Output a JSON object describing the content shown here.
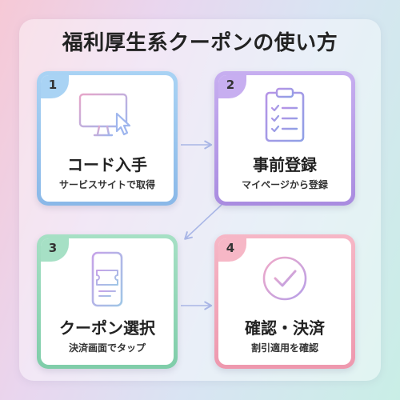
{
  "title": "福利厚生系クーポンの使い方",
  "steps": [
    {
      "number": "1",
      "title": "コード入手",
      "subtitle": "サービスサイトで取得",
      "icon": "monitor-cursor-icon"
    },
    {
      "number": "2",
      "title": "事前登録",
      "subtitle": "マイページから登録",
      "icon": "clipboard-checklist-icon"
    },
    {
      "number": "3",
      "title": "クーポン選択",
      "subtitle": "決済画面でタップ",
      "icon": "smartphone-coupon-icon"
    },
    {
      "number": "4",
      "title": "確認・決済",
      "subtitle": "割引適用を確認",
      "icon": "check-circle-icon"
    }
  ],
  "colors": {
    "step1": "#a9d3f4",
    "step2": "#c7aef0",
    "step3": "#a6e0c5",
    "step4": "#f6b7c6",
    "arrow": "#a9b6e6"
  }
}
